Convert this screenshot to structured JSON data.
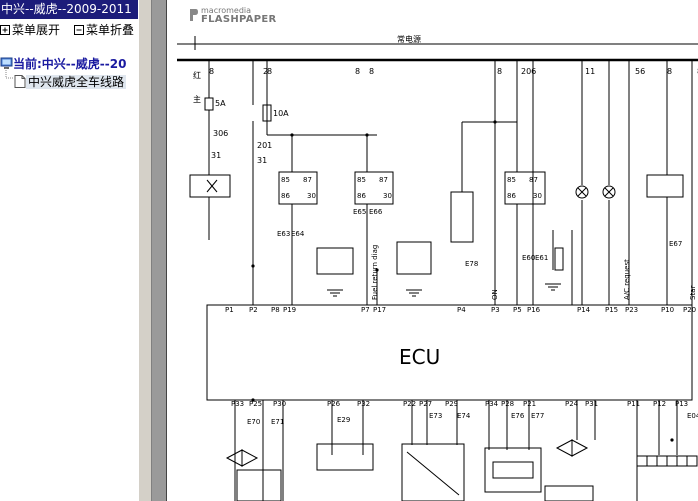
{
  "window": {
    "title": "中兴--威虎--2009-2011"
  },
  "toolbar": {
    "expand_label": "菜单展开",
    "collapse_label": "菜单折叠"
  },
  "tree": {
    "root_label": "当前:中兴--威虎--20",
    "child_label": "中兴威虎全车线路"
  },
  "viewer": {
    "brand_top": "macromedia",
    "brand_bottom": "FLASHPAPER"
  },
  "diagram": {
    "title": "常电源",
    "ecu_label": "ECU",
    "fuses": [
      "5A",
      "10A"
    ],
    "top_wire_numbers": [
      "8",
      "2",
      "8",
      "8",
      "8",
      "206",
      "11",
      "56",
      "8",
      "8",
      "8"
    ],
    "wire_numbers": [
      "306",
      "201",
      "31",
      "31"
    ],
    "relay_pins": [
      "85",
      "87",
      "86",
      "30"
    ],
    "connector_labels": [
      "E63",
      "E64",
      "E65",
      "E66",
      "E78",
      "E60",
      "E61",
      "E67",
      "E71",
      "E29",
      "E73",
      "E74",
      "E76",
      "E77",
      "E70",
      "E04"
    ],
    "signal_labels": [
      "Fuel return diag",
      "A/C request",
      "ON",
      "Star"
    ],
    "pins_top": [
      "P1",
      "P2",
      "P8",
      "P19",
      "P7",
      "P17",
      "P4",
      "P3",
      "P5",
      "P16",
      "P14",
      "P15",
      "P23",
      "P10",
      "P20"
    ],
    "pins_bottom": [
      "P33",
      "P25",
      "P30",
      "P26",
      "P32",
      "P22",
      "P27",
      "P29",
      "P34",
      "P28",
      "P21",
      "P24",
      "P31",
      "P11",
      "P12",
      "P13"
    ],
    "left_labels": [
      "红",
      "主"
    ],
    "colors": {
      "line": "#000000",
      "ground": "#000000"
    }
  }
}
